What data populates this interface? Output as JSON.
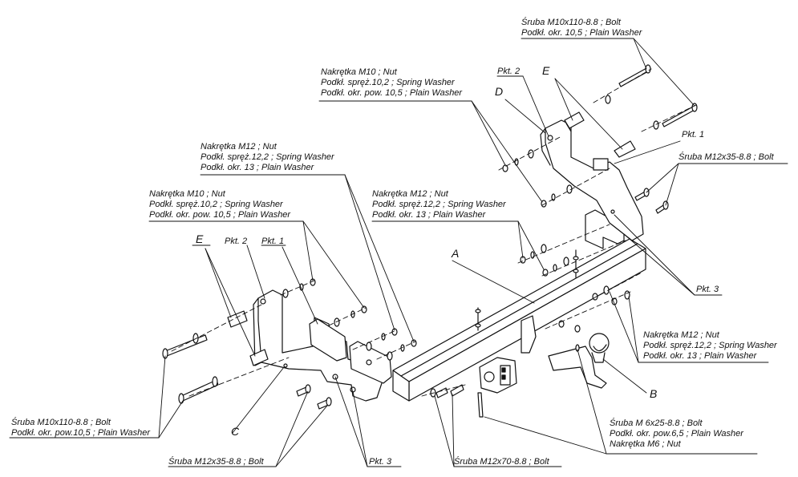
{
  "labels": {
    "top_bolt": [
      "Śruba M10x110-8.8 ;  Bolt",
      "Podkł. okr. 10,5 ; Plain Washer"
    ],
    "right_nut_m10": [
      "Nakrętka  M10 ; Nut",
      "Podkł. spręż.10,2 ; Spring Washer",
      "Podkł. okr. pow. 10,5 ; Plain Washer"
    ],
    "pkt2_right": "Pkt. 2",
    "e_right": "E",
    "d_right": "D",
    "pkt1_right": "Pkt. 1",
    "bolt_m12x35_right": "Śruba M12x35-8.8 ;  Bolt",
    "nut_m12_top": [
      "Nakrętka  M12 ; Nut",
      "Podkł. spręż.12,2 ; Spring Washer",
      "Podkł. okr. 13 ; Plain Washer"
    ],
    "nut_m10_left": [
      "Nakrętka  M10 ; Nut",
      "Podkł. spręż.10,2 ; Spring Washer",
      "Podkł. okr. pow. 10,5 ; Plain Washer"
    ],
    "nut_m12_center": [
      "Nakrętka  M12 ; Nut",
      "Podkł. spręż.12,2 ; Spring Washer",
      "Podkł. okr. 13 ; Plain Washer"
    ],
    "e_left": "E",
    "pkt2_left": "Pkt. 2",
    "pkt1_left": "Pkt. 1",
    "a_label": "A",
    "pkt3_right": "Pkt. 3",
    "nut_m12_right": [
      "Nakrętka  M12 ; Nut",
      "Podkł. spręż.12,2 ; Spring Washer",
      "Podkł. okr. 13 ; Plain Washer"
    ],
    "b_label": "B",
    "bolt_m10_left": [
      "Śruba M10x110-8.8 ;  Bolt",
      "Podkł. okr. pow.10,5 ; Plain Washer"
    ],
    "c_label": "C",
    "bolt_m6": [
      "Śruba M 6x25-8.8 ;  Bolt",
      "Podkł. okr. pow.6,5 ; Plain Washer",
      "Nakrętka  M6 ; Nut"
    ],
    "bolt_m12x35_left": "Śruba M12x35-8.8 ;  Bolt",
    "pkt3_left": "Pkt. 3",
    "bolt_m12x70": "Śruba M12x70-8.8 ;  Bolt"
  }
}
